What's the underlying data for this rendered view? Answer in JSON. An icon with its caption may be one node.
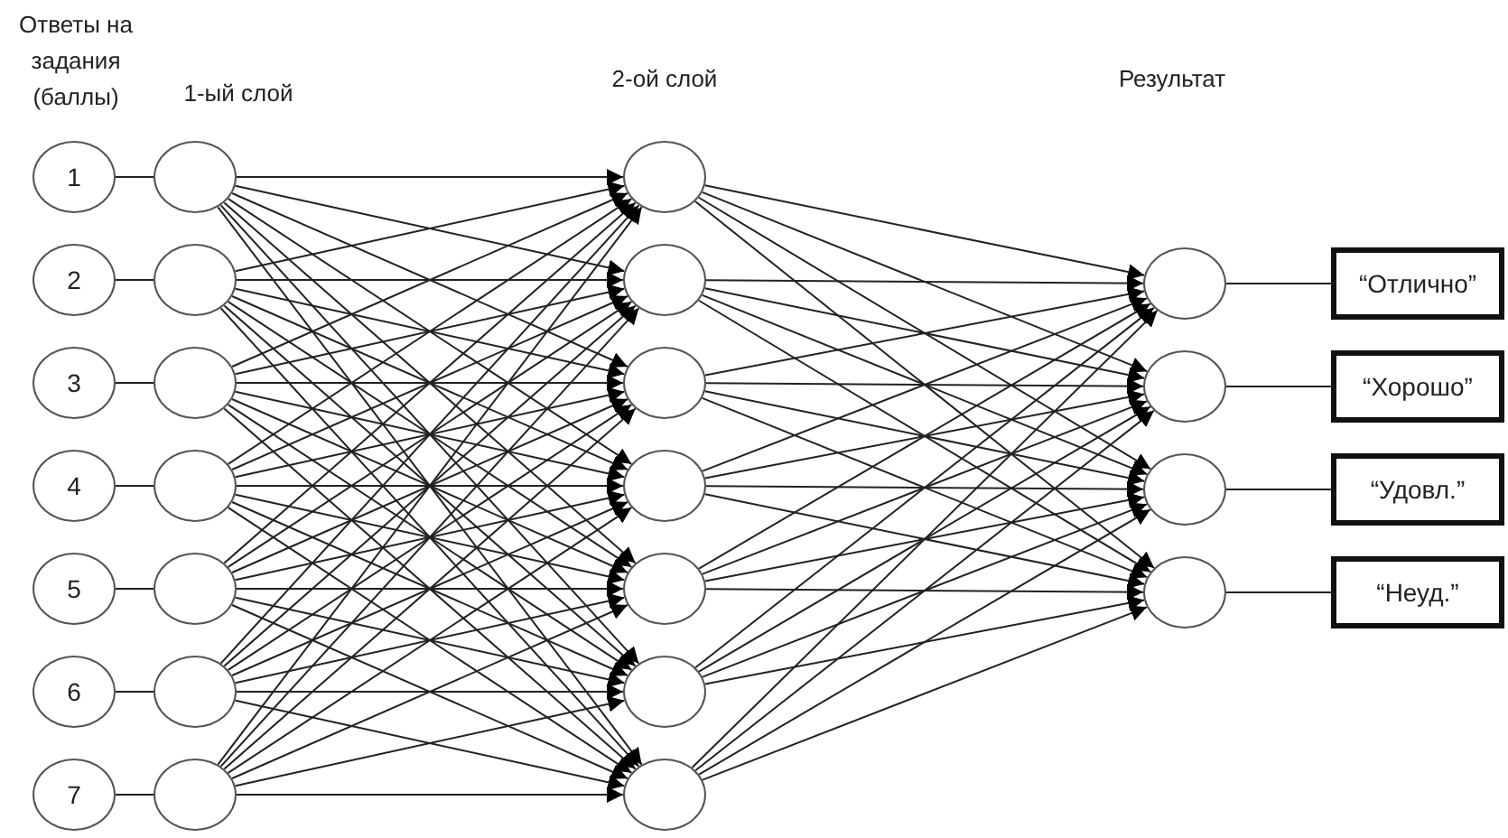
{
  "diagram": {
    "nodes": [
      {
        "text": [
          "1"
        ]
      },
      {
        "text": [
          "2"
        ]
      },
      {
        "text": [
          "3"
        ]
      },
      {
        "text": [
          "4"
        ]
      },
      {
        "text": [
          "5"
        ]
      },
      {
        "text": [
          "6"
        ]
      },
      {
        "text": [
          "7"
        ]
      },
      {
        "text": [],
        "shape": "circle"
      },
      {
        "text": [],
        "shape": "circle"
      },
      {
        "text": [],
        "shape": "circle"
      },
      {
        "text": [],
        "shape": "circle"
      },
      {
        "text": [],
        "shape": "circle"
      },
      {
        "text": [],
        "shape": "circle"
      },
      {
        "text": [],
        "shape": "circle"
      },
      {
        "text": [],
        "shape": "circle"
      },
      {
        "text": [],
        "shape": "circle"
      },
      {
        "text": [],
        "shape": "circle"
      },
      {
        "text": [],
        "shape": "circle"
      },
      {
        "text": [],
        "shape": "circle"
      },
      {
        "text": [],
        "shape": "circle"
      },
      {
        "text": [],
        "shape": "circle"
      },
      {
        "text": [],
        "shape": "circle"
      },
      {
        "text": [],
        "shape": "circle"
      },
      {
        "text": [],
        "shape": "circle"
      },
      {
        "text": [],
        "shape": "circle"
      },
      {
        "text": [
          "“Отлично”"
        ]
      },
      {
        "text": [
          "“Хорошо”"
        ]
      },
      {
        "text": [
          "“Удовл.”"
        ]
      },
      {
        "text": [
          "“Неуд.”"
        ]
      }
    ],
    "edges": [
      {
        "from": 0,
        "to": 7,
        "arrow": "none"
      },
      {
        "from": 1,
        "to": 8,
        "arrow": "none"
      },
      {
        "from": 2,
        "to": 9,
        "arrow": "none"
      },
      {
        "from": 3,
        "to": 10,
        "arrow": "none"
      },
      {
        "from": 4,
        "to": 11,
        "arrow": "none"
      },
      {
        "from": 5,
        "to": 12,
        "arrow": "none"
      },
      {
        "from": 6,
        "to": 13,
        "arrow": "none"
      },
      {
        "from": 7,
        "to": 14,
        "arrow": "to"
      },
      {
        "from": 7,
        "to": 15,
        "arrow": "to"
      },
      {
        "from": 7,
        "to": 16,
        "arrow": "to"
      },
      {
        "from": 7,
        "to": 17,
        "arrow": "to"
      },
      {
        "from": 7,
        "to": 18,
        "arrow": "to"
      },
      {
        "from": 7,
        "to": 19,
        "arrow": "to"
      },
      {
        "from": 7,
        "to": 20,
        "arrow": "to"
      },
      {
        "from": 8,
        "to": 14,
        "arrow": "to"
      },
      {
        "from": 8,
        "to": 15,
        "arrow": "to"
      },
      {
        "from": 8,
        "to": 16,
        "arrow": "to"
      },
      {
        "from": 8,
        "to": 17,
        "arrow": "to"
      },
      {
        "from": 8,
        "to": 18,
        "arrow": "to"
      },
      {
        "from": 8,
        "to": 19,
        "arrow": "to"
      },
      {
        "from": 8,
        "to": 20,
        "arrow": "to"
      },
      {
        "from": 9,
        "to": 14,
        "arrow": "to"
      },
      {
        "from": 9,
        "to": 15,
        "arrow": "to"
      },
      {
        "from": 9,
        "to": 16,
        "arrow": "to"
      },
      {
        "from": 9,
        "to": 17,
        "arrow": "to"
      },
      {
        "from": 9,
        "to": 18,
        "arrow": "to"
      },
      {
        "from": 9,
        "to": 19,
        "arrow": "to"
      },
      {
        "from": 9,
        "to": 20,
        "arrow": "to"
      },
      {
        "from": 10,
        "to": 14,
        "arrow": "to"
      },
      {
        "from": 10,
        "to": 15,
        "arrow": "to"
      },
      {
        "from": 10,
        "to": 16,
        "arrow": "to"
      },
      {
        "from": 10,
        "to": 17,
        "arrow": "to"
      },
      {
        "from": 10,
        "to": 18,
        "arrow": "to"
      },
      {
        "from": 10,
        "to": 19,
        "arrow": "to"
      },
      {
        "from": 10,
        "to": 20,
        "arrow": "to"
      },
      {
        "from": 11,
        "to": 14,
        "arrow": "to"
      },
      {
        "from": 11,
        "to": 15,
        "arrow": "to"
      },
      {
        "from": 11,
        "to": 16,
        "arrow": "to"
      },
      {
        "from": 11,
        "to": 17,
        "arrow": "to"
      },
      {
        "from": 11,
        "to": 18,
        "arrow": "to"
      },
      {
        "from": 11,
        "to": 19,
        "arrow": "to"
      },
      {
        "from": 11,
        "to": 20,
        "arrow": "to"
      },
      {
        "from": 12,
        "to": 14,
        "arrow": "to"
      },
      {
        "from": 12,
        "to": 15,
        "arrow": "to"
      },
      {
        "from": 12,
        "to": 16,
        "arrow": "to"
      },
      {
        "from": 12,
        "to": 17,
        "arrow": "to"
      },
      {
        "from": 12,
        "to": 18,
        "arrow": "to"
      },
      {
        "from": 12,
        "to": 19,
        "arrow": "to"
      },
      {
        "from": 12,
        "to": 20,
        "arrow": "to"
      },
      {
        "from": 13,
        "to": 14,
        "arrow": "to"
      },
      {
        "from": 13,
        "to": 15,
        "arrow": "to"
      },
      {
        "from": 13,
        "to": 16,
        "arrow": "to"
      },
      {
        "from": 13,
        "to": 17,
        "arrow": "to"
      },
      {
        "from": 13,
        "to": 18,
        "arrow": "to"
      },
      {
        "from": 13,
        "to": 19,
        "arrow": "to"
      },
      {
        "from": 13,
        "to": 20,
        "arrow": "to"
      },
      {
        "from": 14,
        "to": 21,
        "arrow": "to"
      },
      {
        "from": 14,
        "to": 22,
        "arrow": "to"
      },
      {
        "from": 14,
        "to": 23,
        "arrow": "to"
      },
      {
        "from": 14,
        "to": 24,
        "arrow": "to"
      },
      {
        "from": 15,
        "to": 21,
        "arrow": "to"
      },
      {
        "from": 15,
        "to": 22,
        "arrow": "to"
      },
      {
        "from": 15,
        "to": 23,
        "arrow": "to"
      },
      {
        "from": 15,
        "to": 24,
        "arrow": "to"
      },
      {
        "from": 16,
        "to": 21,
        "arrow": "to"
      },
      {
        "from": 16,
        "to": 22,
        "arrow": "to"
      },
      {
        "from": 16,
        "to": 23,
        "arrow": "to"
      },
      {
        "from": 16,
        "to": 24,
        "arrow": "to"
      },
      {
        "from": 17,
        "to": 21,
        "arrow": "to"
      },
      {
        "from": 17,
        "to": 22,
        "arrow": "to"
      },
      {
        "from": 17,
        "to": 23,
        "arrow": "to"
      },
      {
        "from": 17,
        "to": 24,
        "arrow": "to"
      },
      {
        "from": 18,
        "to": 21,
        "arrow": "to"
      },
      {
        "from": 18,
        "to": 22,
        "arrow": "to"
      },
      {
        "from": 18,
        "to": 23,
        "arrow": "to"
      },
      {
        "from": 18,
        "to": 24,
        "arrow": "to"
      },
      {
        "from": 19,
        "to": 21,
        "arrow": "to"
      },
      {
        "from": 19,
        "to": 22,
        "arrow": "to"
      },
      {
        "from": 19,
        "to": 23,
        "arrow": "to"
      },
      {
        "from": 19,
        "to": 24,
        "arrow": "to"
      },
      {
        "from": 20,
        "to": 21,
        "arrow": "to"
      },
      {
        "from": 20,
        "to": 22,
        "arrow": "to"
      },
      {
        "from": 20,
        "to": 23,
        "arrow": "to"
      },
      {
        "from": 20,
        "to": 24,
        "arrow": "to"
      },
      {
        "from": 21,
        "to": 25,
        "arrow": "none"
      },
      {
        "from": 22,
        "to": 26,
        "arrow": "none"
      },
      {
        "from": 23,
        "to": 27,
        "arrow": "none"
      },
      {
        "from": 24,
        "to": 28,
        "arrow": "none"
      }
    ],
    "labels": [
      "Ответы на задания (баллы)",
      "1-ый слой",
      "2-ой слой",
      "Результат"
    ]
  }
}
